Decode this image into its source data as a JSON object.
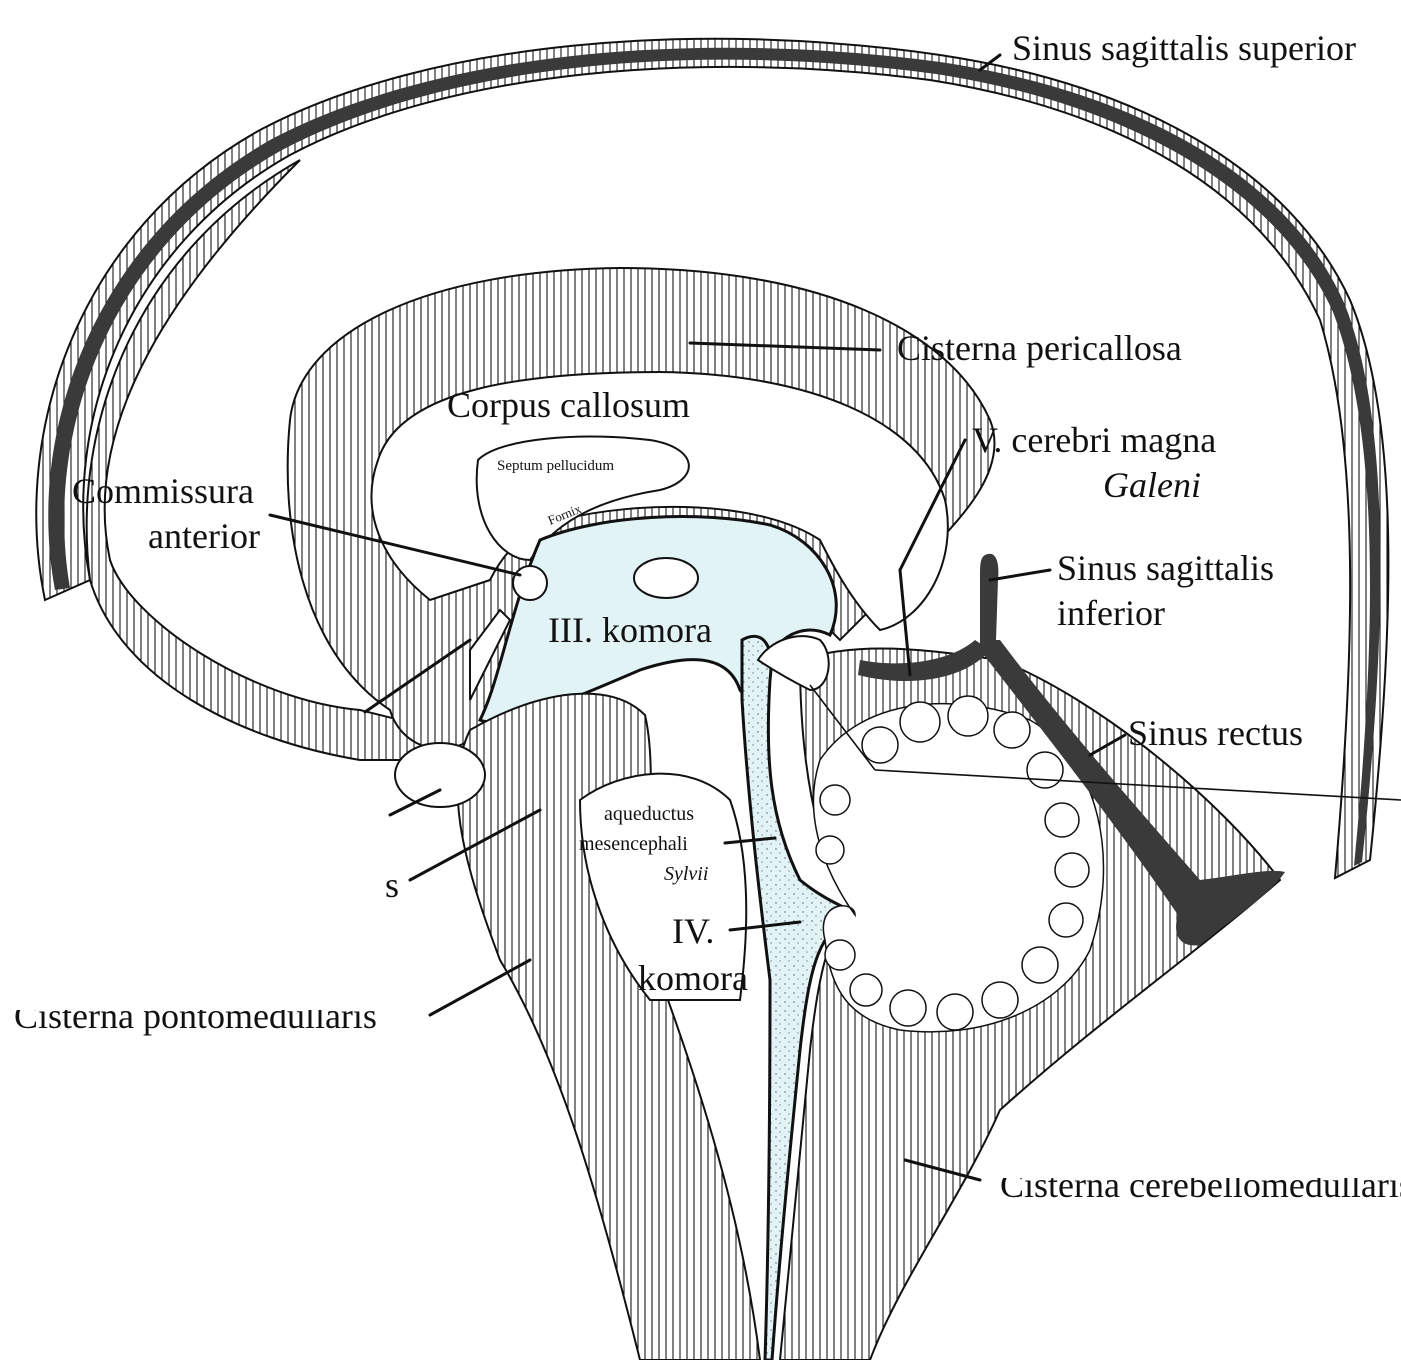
{
  "labels": {
    "sinus_sagittalis_superior": "Sinus sagittalis superior",
    "cisterna_pericallosa": "Cisterna pericallosa",
    "corpus_callosum": "Corpus callosum",
    "v_cerebri_magna": "V. cerebri magna",
    "galeni": "Galeni",
    "septum_pellucidum": "Septum pellucidum",
    "fornix": "Fornix",
    "commissura_anterior_1": "Commissura",
    "commissura_anterior_2": "anterior",
    "sinus_sagittalis_inferior_1": "Sinus sagittalis",
    "sinus_sagittalis_inferior_2": "inferior",
    "iii_komora": "III. komora",
    "sinus_rectus": "Sinus rectus",
    "aqueductus_1": "aqueductus",
    "aqueductus_2": "mesencephali",
    "aqueductus_3": "Sylvii",
    "iv_komora_1": "IV.",
    "iv_komora_2": "komora",
    "partial_s": "s",
    "cisterna_pontomedullaris": "Cisterna pontomedullaris",
    "cisterna_cerebellomedullaris": "Cisterna cerebellomedullaris"
  },
  "colors": {
    "ventricle_fill": "#e2f3f5",
    "sinus_fill": "#3a3a3a",
    "line": "#111111"
  }
}
